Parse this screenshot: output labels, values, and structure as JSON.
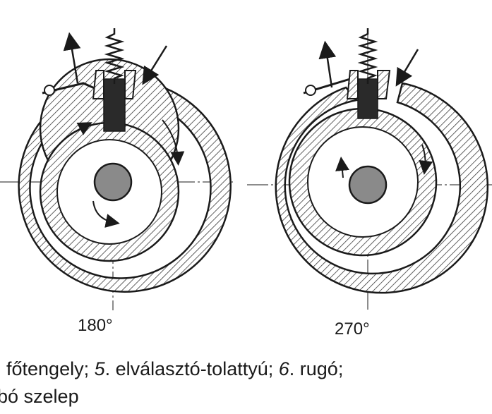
{
  "diagram": {
    "views": [
      {
        "angle_label": "180°"
      },
      {
        "angle_label": "270°"
      }
    ],
    "caption": {
      "line1": [
        {
          "text": ". főtengely; ",
          "italic": false
        },
        {
          "text": "5",
          "italic": true
        },
        {
          "text": ". elválasztó-tolattyú; ",
          "italic": false
        },
        {
          "text": "6",
          "italic": true
        },
        {
          "text": ". rugó;",
          "italic": false
        }
      ],
      "line2": "bó szelep"
    },
    "colors": {
      "ink": "#1a1a1a",
      "hatch": "#3a3a3a",
      "shaft_fill": "#8a8a8a",
      "vane_fill": "#2a2a2a",
      "background": "#ffffff"
    }
  }
}
